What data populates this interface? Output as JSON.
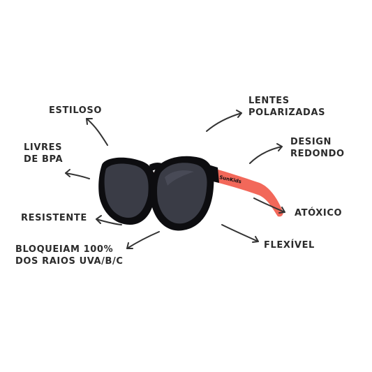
{
  "colors": {
    "label_text": "#2b2b2b",
    "arrow": "#333333",
    "frame_black": "#0d0d10",
    "lens": "#3a3c46",
    "temple_coral": "#f2685a",
    "temple_inner": "#e0523f"
  },
  "product": {
    "brand_logo": "SunKids"
  },
  "features": {
    "estiloso": {
      "line1": "ESTILOSO"
    },
    "livres_bpa": {
      "line1": "LIVRES",
      "line2": "DE BPA"
    },
    "resistente": {
      "line1": "RESISTENTE"
    },
    "bloqueiam": {
      "line1": "BLOQUEIAM 100%",
      "line2": "DOS RAIOS UVA/B/C"
    },
    "lentes": {
      "line1": "LENTES",
      "line2": "POLARIZADAS"
    },
    "design": {
      "line1": "DESIGN",
      "line2": "REDONDO"
    },
    "atoxico": {
      "line1": "ATÓXICO"
    },
    "flexivel": {
      "line1": "FLEXÍVEL"
    }
  }
}
